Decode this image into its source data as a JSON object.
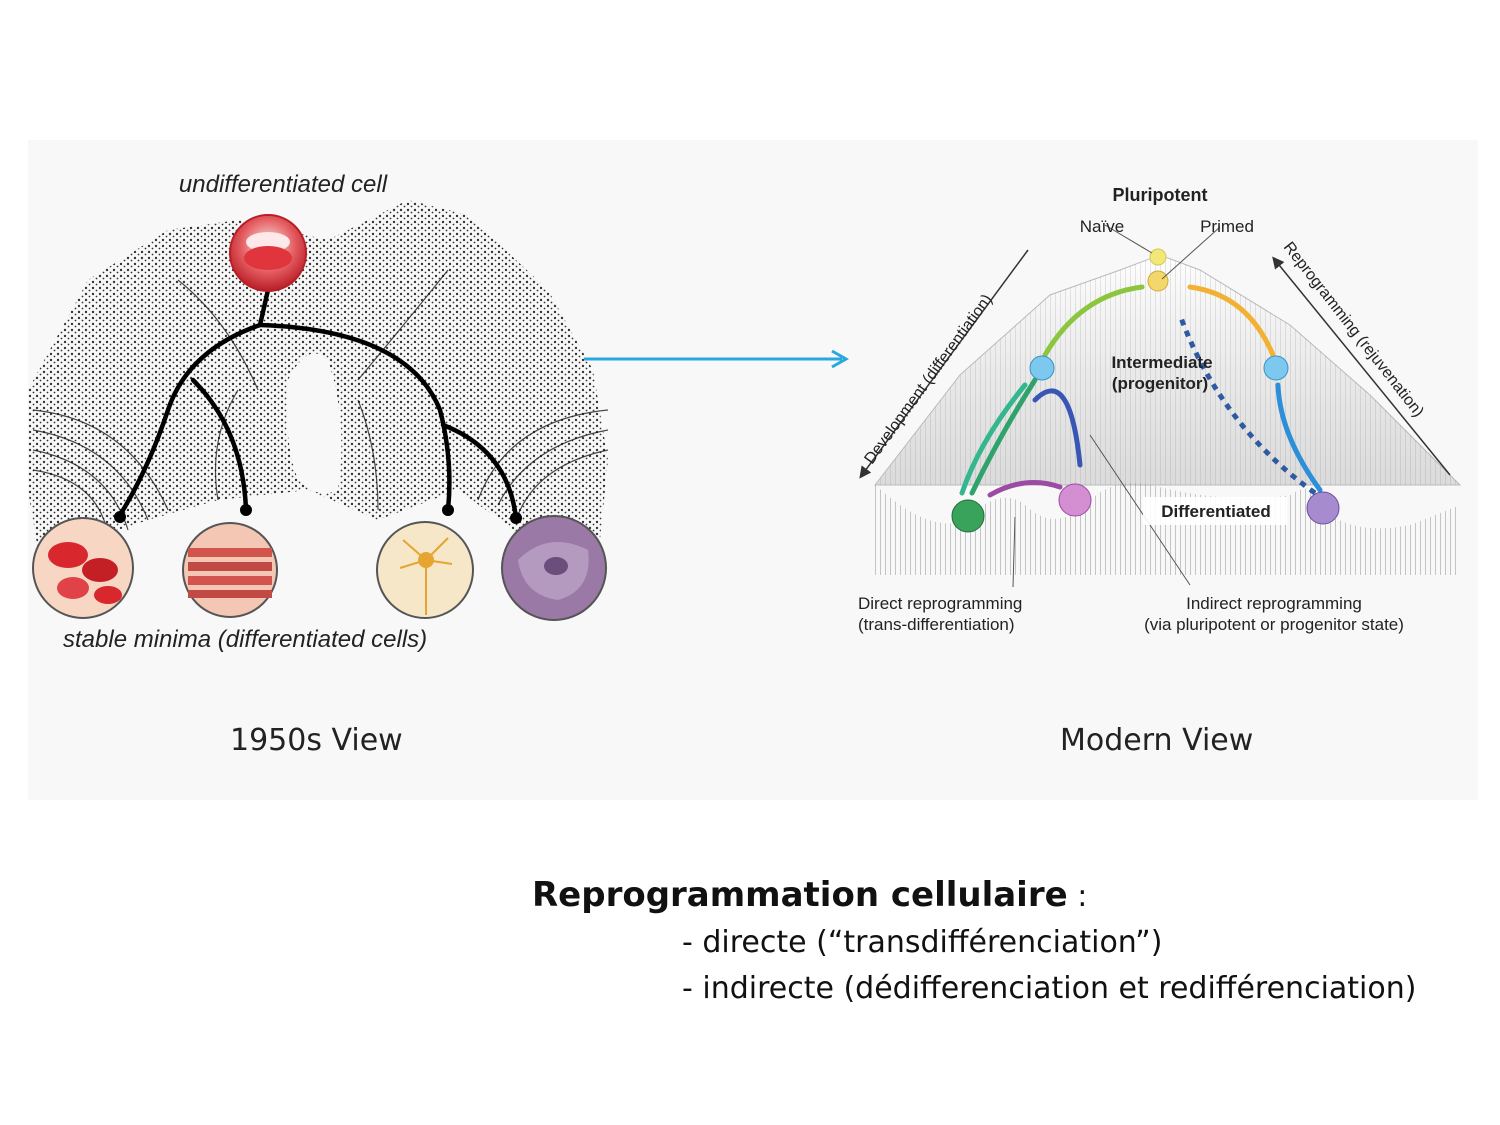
{
  "left_diagram": {
    "top_label": "undifferentiated cell",
    "bottom_label": "stable minima (differentiated cells)",
    "caption": "1950s View"
  },
  "right_diagram": {
    "pluripotent": "Pluripotent",
    "naive": "Naïve",
    "primed": "Primed",
    "intermediate_line1": "Intermediate",
    "intermediate_line2": "(progenitor)",
    "differentiated": "Differentiated",
    "development_axis": "Development (differentiation)",
    "reprogramming_axis": "Reprogramming (rejuvenation)",
    "direct_line1": "Direct reprogramming",
    "direct_line2": "(trans-differentiation)",
    "indirect_line1": "Indirect reprogramming",
    "indirect_line2": "(via pluripotent or progenitor state)",
    "caption": "Modern View"
  },
  "summary": {
    "title": "Reprogrammation cellulaire",
    "colon": " :",
    "items": [
      "- directe (“transdifférenciation”)",
      "- indirecte (dédifferenciation et redifférenciation)"
    ]
  },
  "colors": {
    "arrow": "#29a8e0",
    "cell_red": "#d8282e",
    "cell_blue": "#7cc8ee",
    "cell_green": "#3aa35b",
    "cell_pink": "#d48fd2",
    "cell_purple": "#a78bcf",
    "cell_yellow": "#f2d86a"
  }
}
